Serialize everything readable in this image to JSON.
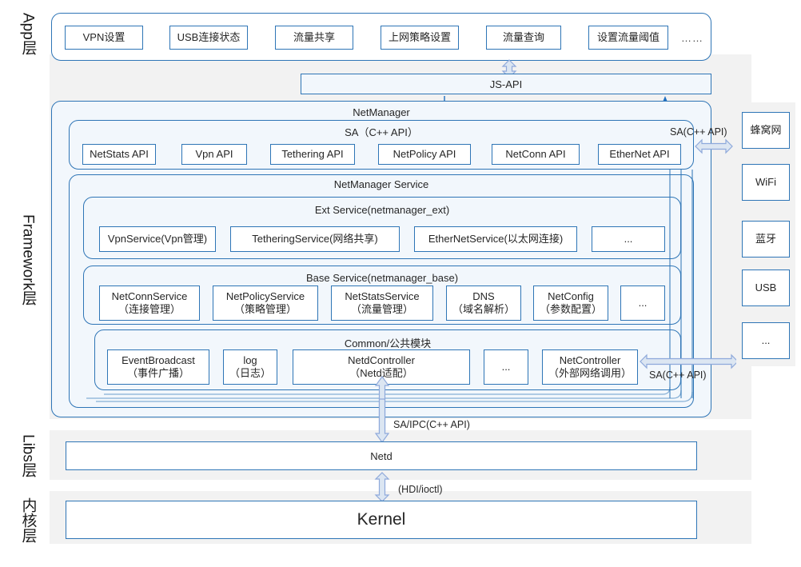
{
  "layers": {
    "app": "App层",
    "framework": "Framework层",
    "libs": "Libs层",
    "kernel": "内核层"
  },
  "app_layer": {
    "apps": [
      "VPN设置",
      "USB连接状态",
      "流量共享",
      "上网策略设置",
      "流量查询",
      "设置流量阈值"
    ],
    "ellipsis": "……"
  },
  "js_api": {
    "label": "JS-API"
  },
  "framework": {
    "netmanager_title": "NetManager",
    "sa_title": "SA（C++ API）",
    "sa_apis": [
      "NetStats API",
      "Vpn API",
      "Tethering API",
      "NetPolicy API",
      "NetConn API",
      "EtherNet API"
    ],
    "service_title": "NetManager Service",
    "ext_service": {
      "title": "Ext Service(netmanager_ext)",
      "items": [
        "VpnService(Vpn管理)",
        "TetheringService(网络共享)",
        "EtherNetService(以太网连接)",
        "..."
      ]
    },
    "base_service": {
      "title": "Base Service(netmanager_base)",
      "items": [
        {
          "line1": "NetConnService",
          "line2": "（连接管理）"
        },
        {
          "line1": "NetPolicyService",
          "line2": "（策略管理）"
        },
        {
          "line1": "NetStatsService",
          "line2": "（流量管理）"
        },
        {
          "line1": "DNS",
          "line2": "（域名解析）"
        },
        {
          "line1": "NetConfig",
          "line2": "（参数配置）"
        },
        {
          "line1": "...",
          "line2": ""
        }
      ]
    },
    "common": {
      "title": "Common/公共模块",
      "items": [
        {
          "line1": "EventBroadcast",
          "line2": "（事件广播）"
        },
        {
          "line1": "log",
          "line2": "（日志）"
        },
        {
          "line1": "NetdController",
          "line2": "（Netd适配）"
        },
        {
          "line1": "...",
          "line2": ""
        },
        {
          "line1": "NetController",
          "line2": "（外部网络调用）"
        }
      ]
    }
  },
  "right_column": {
    "items": [
      "蜂窝网",
      "WiFi",
      "蓝牙",
      "USB",
      "..."
    ]
  },
  "libs_layer": {
    "netd": "Netd"
  },
  "kernel_layer": {
    "kernel": "Kernel"
  },
  "connector_labels": {
    "sa_cpp_api_top": "SA(C++ API)",
    "sa_cpp_api_bottom": "SA(C++ API)",
    "sa_ipc": "SA/IPC(C++ API)",
    "hdi_ioctl": "(HDI/ioctl)"
  },
  "colors": {
    "border_blue": "#2e75b6",
    "panel_blue": "#f2f7fc",
    "band_gray": "#f2f2f2",
    "arrow_fill": "#dce6f2",
    "arrow_stroke": "#8ea9db",
    "connector_blue": "#1f6fc0"
  }
}
